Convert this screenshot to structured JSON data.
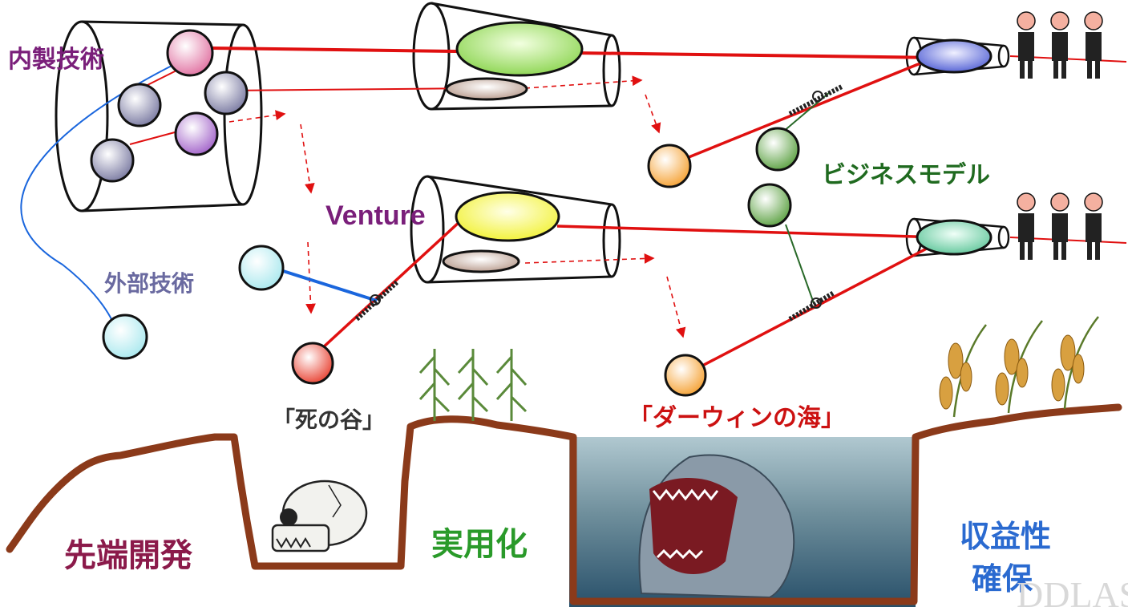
{
  "labels": {
    "in_house_tech": "内製技術",
    "external_tech": "外部技術",
    "venture": "Venture",
    "business_model": "ビジネスモデル",
    "valley_of_death": "「死の谷」",
    "darwin_sea": "「ダーウィンの海」",
    "advanced_development": "先端開発",
    "practical_use": "実用化",
    "profit_line1": "収益性",
    "profit_line2": "確保",
    "watermark": "DDLASER"
  },
  "colors": {
    "in_house_tech": "#7a1f7a",
    "external_tech": "#6a6aa0",
    "venture": "#7a1f7a",
    "business_model": "#1f6a1f",
    "valley_of_death": "#333333",
    "darwin_sea": "#cc1111",
    "advanced_development": "#8b1a4a",
    "practical_use": "#2a9a2a",
    "profit": "#2a6ad0",
    "red_link": "#e01010",
    "blue_link": "#1a66dd",
    "green_link": "#2a6a2a",
    "ground": "#8b3a1a"
  }
}
